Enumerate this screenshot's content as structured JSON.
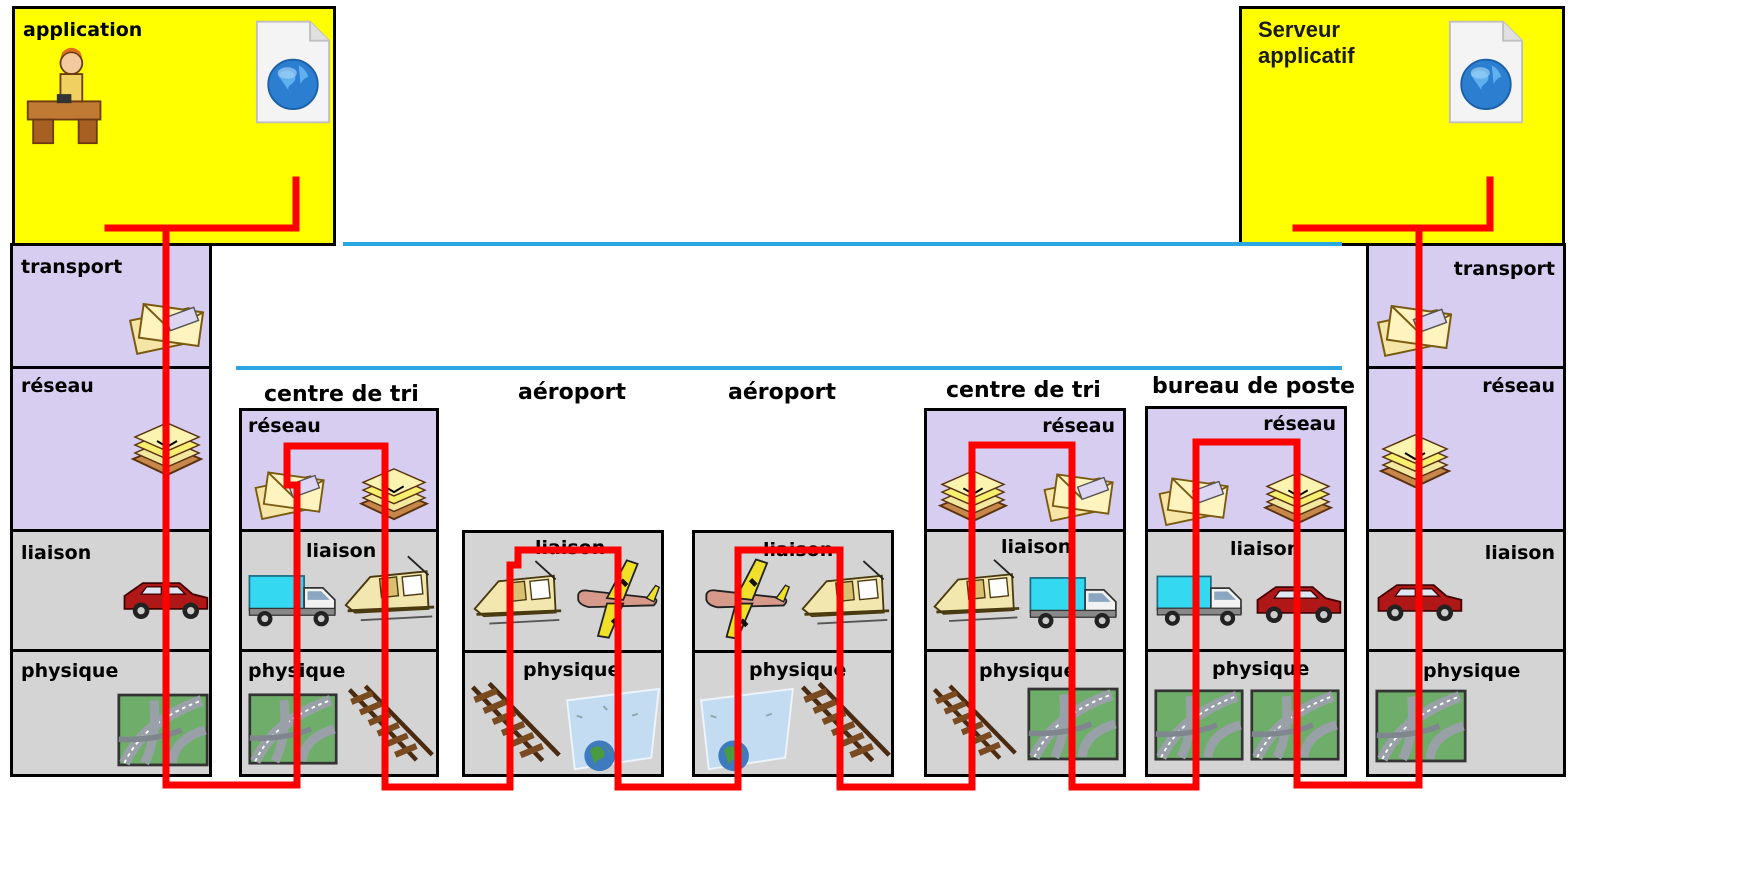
{
  "host_left": {
    "application": "application",
    "transport": "transport",
    "reseau": "réseau",
    "liaison": "liaison",
    "physique": "physique"
  },
  "host_right": {
    "serveur": "Serveur\napplicatif",
    "transport": "transport",
    "reseau": "réseau",
    "liaison": "liaison",
    "physique": "physique"
  },
  "nodes": [
    {
      "title": "centre de tri",
      "reseau": "réseau",
      "liaison": "liaison",
      "physique": "physique"
    },
    {
      "title": "aéroport",
      "liaison": "liaison",
      "physique": "physique"
    },
    {
      "title": "aéroport",
      "liaison": "liaison",
      "physique": "physique"
    },
    {
      "title": "centre de tri",
      "reseau": "réseau",
      "liaison": "liaison",
      "physique": "physique"
    },
    {
      "title": "bureau de poste",
      "reseau": "réseau",
      "liaison": "liaison",
      "physique": "physique"
    }
  ],
  "colors": {
    "application": "#ffff00",
    "reseau_layer": "#d6cdf0",
    "lower_layer": "#d4d4d4",
    "path": "#ff0000",
    "peer_line": "#2aa6e0"
  },
  "icons": [
    "person-at-desk-icon",
    "web-document-icon",
    "letters-icon",
    "mail-stack-icon",
    "car-icon",
    "truck-icon",
    "train-icon",
    "airplane-icon",
    "road-map-icon",
    "railway-icon",
    "globe-map-icon"
  ]
}
